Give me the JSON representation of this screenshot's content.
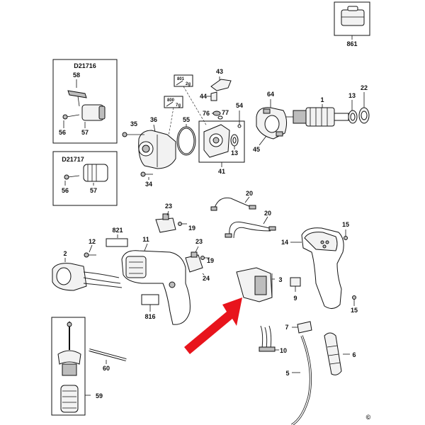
{
  "parts": {
    "p861": "861",
    "p1": "1",
    "p13a": "13",
    "p22": "22",
    "p64": "64",
    "p45": "45",
    "p43": "43",
    "p44": "44",
    "p76": "76",
    "p77": "77",
    "p54": "54",
    "p13b": "13",
    "p41": "41",
    "p55": "55",
    "p36": "36",
    "p35": "35",
    "p34": "34",
    "p58": "58",
    "p56a": "56",
    "p57a": "57",
    "p56b": "56",
    "p57b": "57",
    "p20a": "20",
    "p20b": "20",
    "p23a": "23",
    "p19a": "19",
    "p23b": "23",
    "p19b": "19",
    "p24": "24",
    "p821": "821",
    "p12": "12",
    "p2": "2",
    "p11": "11",
    "p816": "816",
    "p3": "3",
    "p9": "9",
    "p14": "14",
    "p15a": "15",
    "p15b": "15",
    "p7": "7",
    "p6": "6",
    "p10": "10",
    "p5": "5",
    "p60": "60",
    "p59": "59"
  },
  "boxes": {
    "d21716": "D21716",
    "d21717": "D21717"
  },
  "tags": {
    "t801": "801",
    "t2g": "2g",
    "t800": "800",
    "t7g": "7g"
  },
  "copyright": "©",
  "colors": {
    "arrow": "#e8141c",
    "ink": "#111111"
  }
}
